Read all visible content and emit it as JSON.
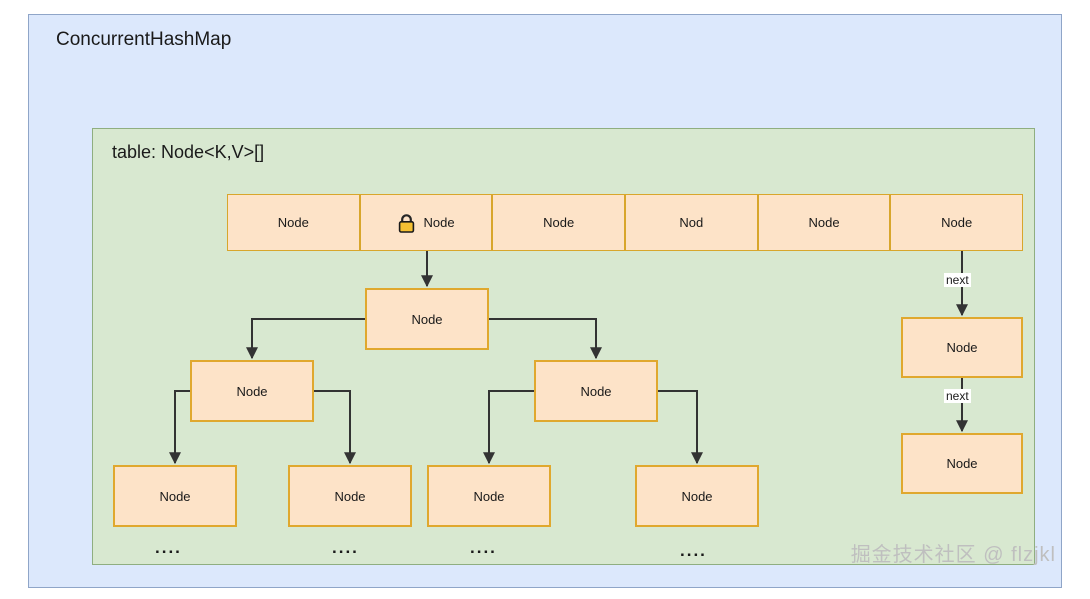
{
  "diagram": {
    "outer_title": "ConcurrentHashMap",
    "table_title": "table: Node<K,V>[]",
    "watermark": "掘金技术社区 @ flzjkl",
    "colors": {
      "outer_fill": "#dce8fc",
      "outer_border": "#8fa5c8",
      "table_fill": "#d8e8d0",
      "table_border": "#8fae80",
      "node_fill": "#fde3c8",
      "node_border": "#e0a82e",
      "connector": "#333333",
      "lock_body": "#f5c032",
      "watermark": "#bfbfbf"
    }
  },
  "hash_table": {
    "cells": [
      {
        "label": "Node",
        "locked": false
      },
      {
        "label": "Node",
        "locked": true,
        "icon": "lock-icon"
      },
      {
        "label": "Node",
        "locked": false
      },
      {
        "label": "Nod",
        "locked": false
      },
      {
        "label": "Node",
        "locked": false
      },
      {
        "label": "Node",
        "locked": false
      }
    ]
  },
  "tree": {
    "root": {
      "label": "Node"
    },
    "level2": [
      {
        "label": "Node"
      },
      {
        "label": "Node"
      }
    ],
    "leaves": [
      {
        "label": "Node",
        "more": "...."
      },
      {
        "label": "Node",
        "more": "...."
      },
      {
        "label": "Node",
        "more": "...."
      },
      {
        "label": "Node",
        "more": "...."
      }
    ]
  },
  "linked_list": {
    "edge_label_1": "next",
    "edge_label_2": "next",
    "nodes": [
      {
        "label": "Node"
      },
      {
        "label": "Node"
      }
    ]
  }
}
